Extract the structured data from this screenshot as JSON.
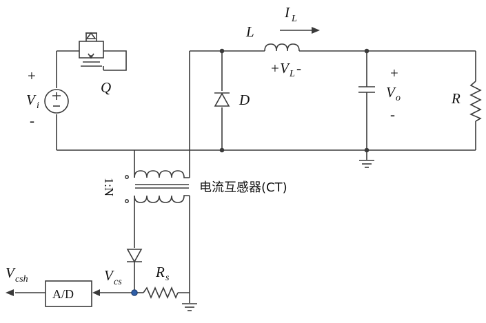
{
  "labels": {
    "vi_plus": "+",
    "vi_main": "V",
    "vi_sub": "i",
    "vi_minus": "-",
    "switch": "Q",
    "inductor": "L",
    "current_main": "I",
    "current_sub": "L",
    "vl_plus": "+",
    "vl_main": "V",
    "vl_sub": "L",
    "vl_minus": "-",
    "diode": "D",
    "vo_plus": "+",
    "vo_main": "V",
    "vo_sub": "o",
    "vo_minus": "-",
    "load": "R",
    "ct_ratio": "1:N",
    "ct_name": "电流互感器(CT)",
    "rs_main": "R",
    "rs_sub": "s",
    "vcs_main": "V",
    "vcs_sub": "cs",
    "vcsh_main": "V",
    "vcsh_sub": "csh",
    "adc": "A/D"
  },
  "colors": {
    "wire": "#3a3a3a",
    "node_blue": "#2f5fa8",
    "text": "#111111"
  }
}
